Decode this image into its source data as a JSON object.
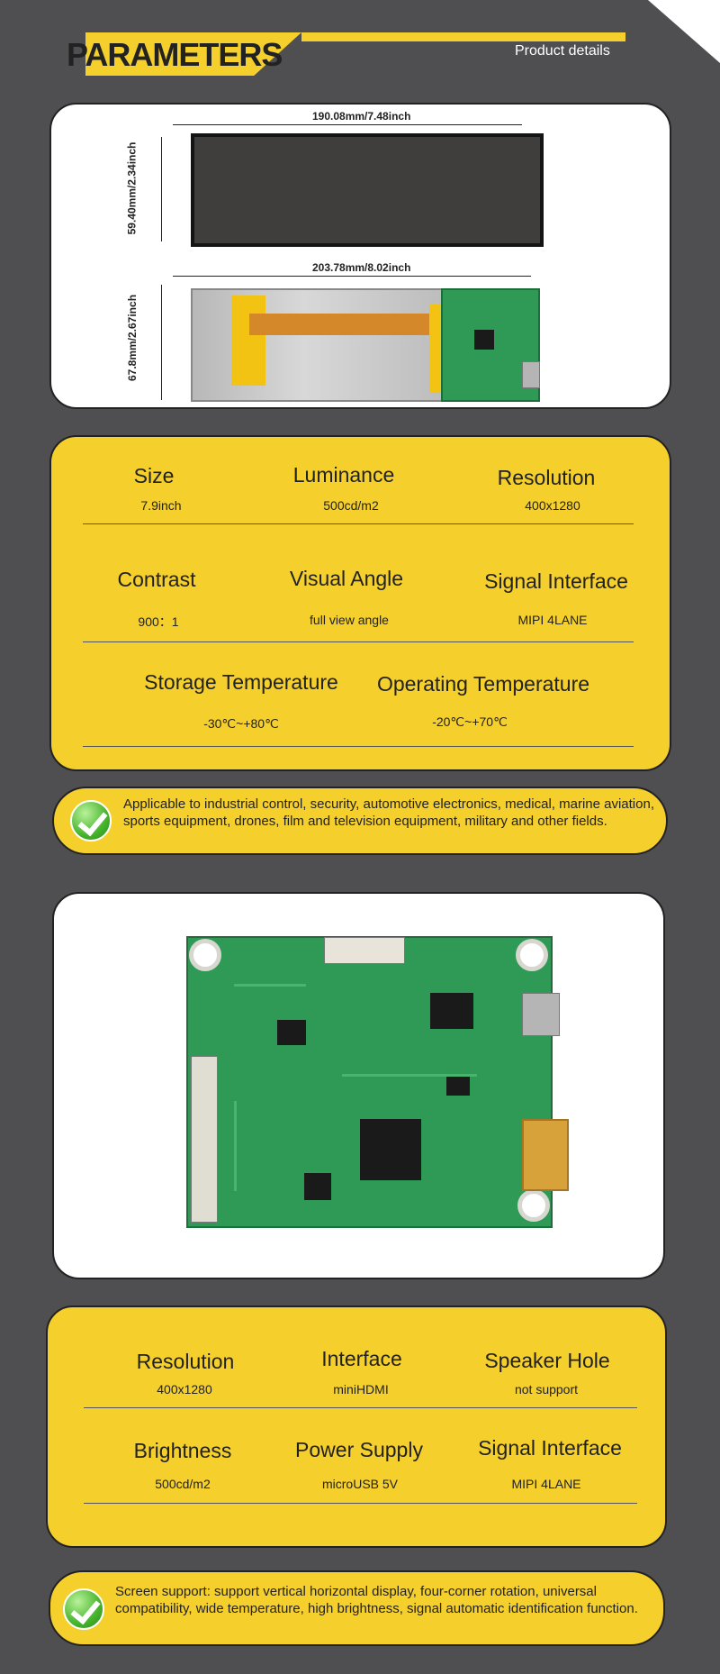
{
  "header": {
    "title": "PARAMETERS",
    "subtitle": "Product details"
  },
  "display": {
    "front_width": "190.08mm/7.48inch",
    "front_height": "59.40mm/2.34inch",
    "back_width": "203.78mm/8.02inch",
    "back_height": "67.8mm/2.67inch"
  },
  "screen_params": [
    {
      "label": "Size",
      "value": "7.9inch"
    },
    {
      "label": "Luminance",
      "value": "500cd/m2"
    },
    {
      "label": "Resolution",
      "value": "400x1280"
    },
    {
      "label": "Contrast",
      "value": "900：1"
    },
    {
      "label": "Visual Angle",
      "value": "full view angle"
    },
    {
      "label": "Signal Interface",
      "value": "MIPI 4LANE"
    },
    {
      "label": "Storage Temperature",
      "value": "-30℃~+80℃"
    },
    {
      "label": "Operating Temperature",
      "value": "-20℃~+70℃"
    }
  ],
  "application_note": "Applicable to industrial control, security, automotive electronics, medical, marine aviation, sports equipment, drones, film and television equipment, military and other fields.",
  "board_params": [
    {
      "label": "Resolution",
      "value": "400x1280"
    },
    {
      "label": "Interface",
      "value": "miniHDMI"
    },
    {
      "label": "Speaker Hole",
      "value": "not support"
    },
    {
      "label": "Brightness",
      "value": "500cd/m2"
    },
    {
      "label": "Power Supply",
      "value": "microUSB 5V"
    },
    {
      "label": "Signal Interface",
      "value": "MIPI 4LANE"
    }
  ],
  "support_note": "Screen support: support vertical horizontal display, four-corner rotation, universal compatibility, wide temperature, high brightness, signal automatic identification function."
}
